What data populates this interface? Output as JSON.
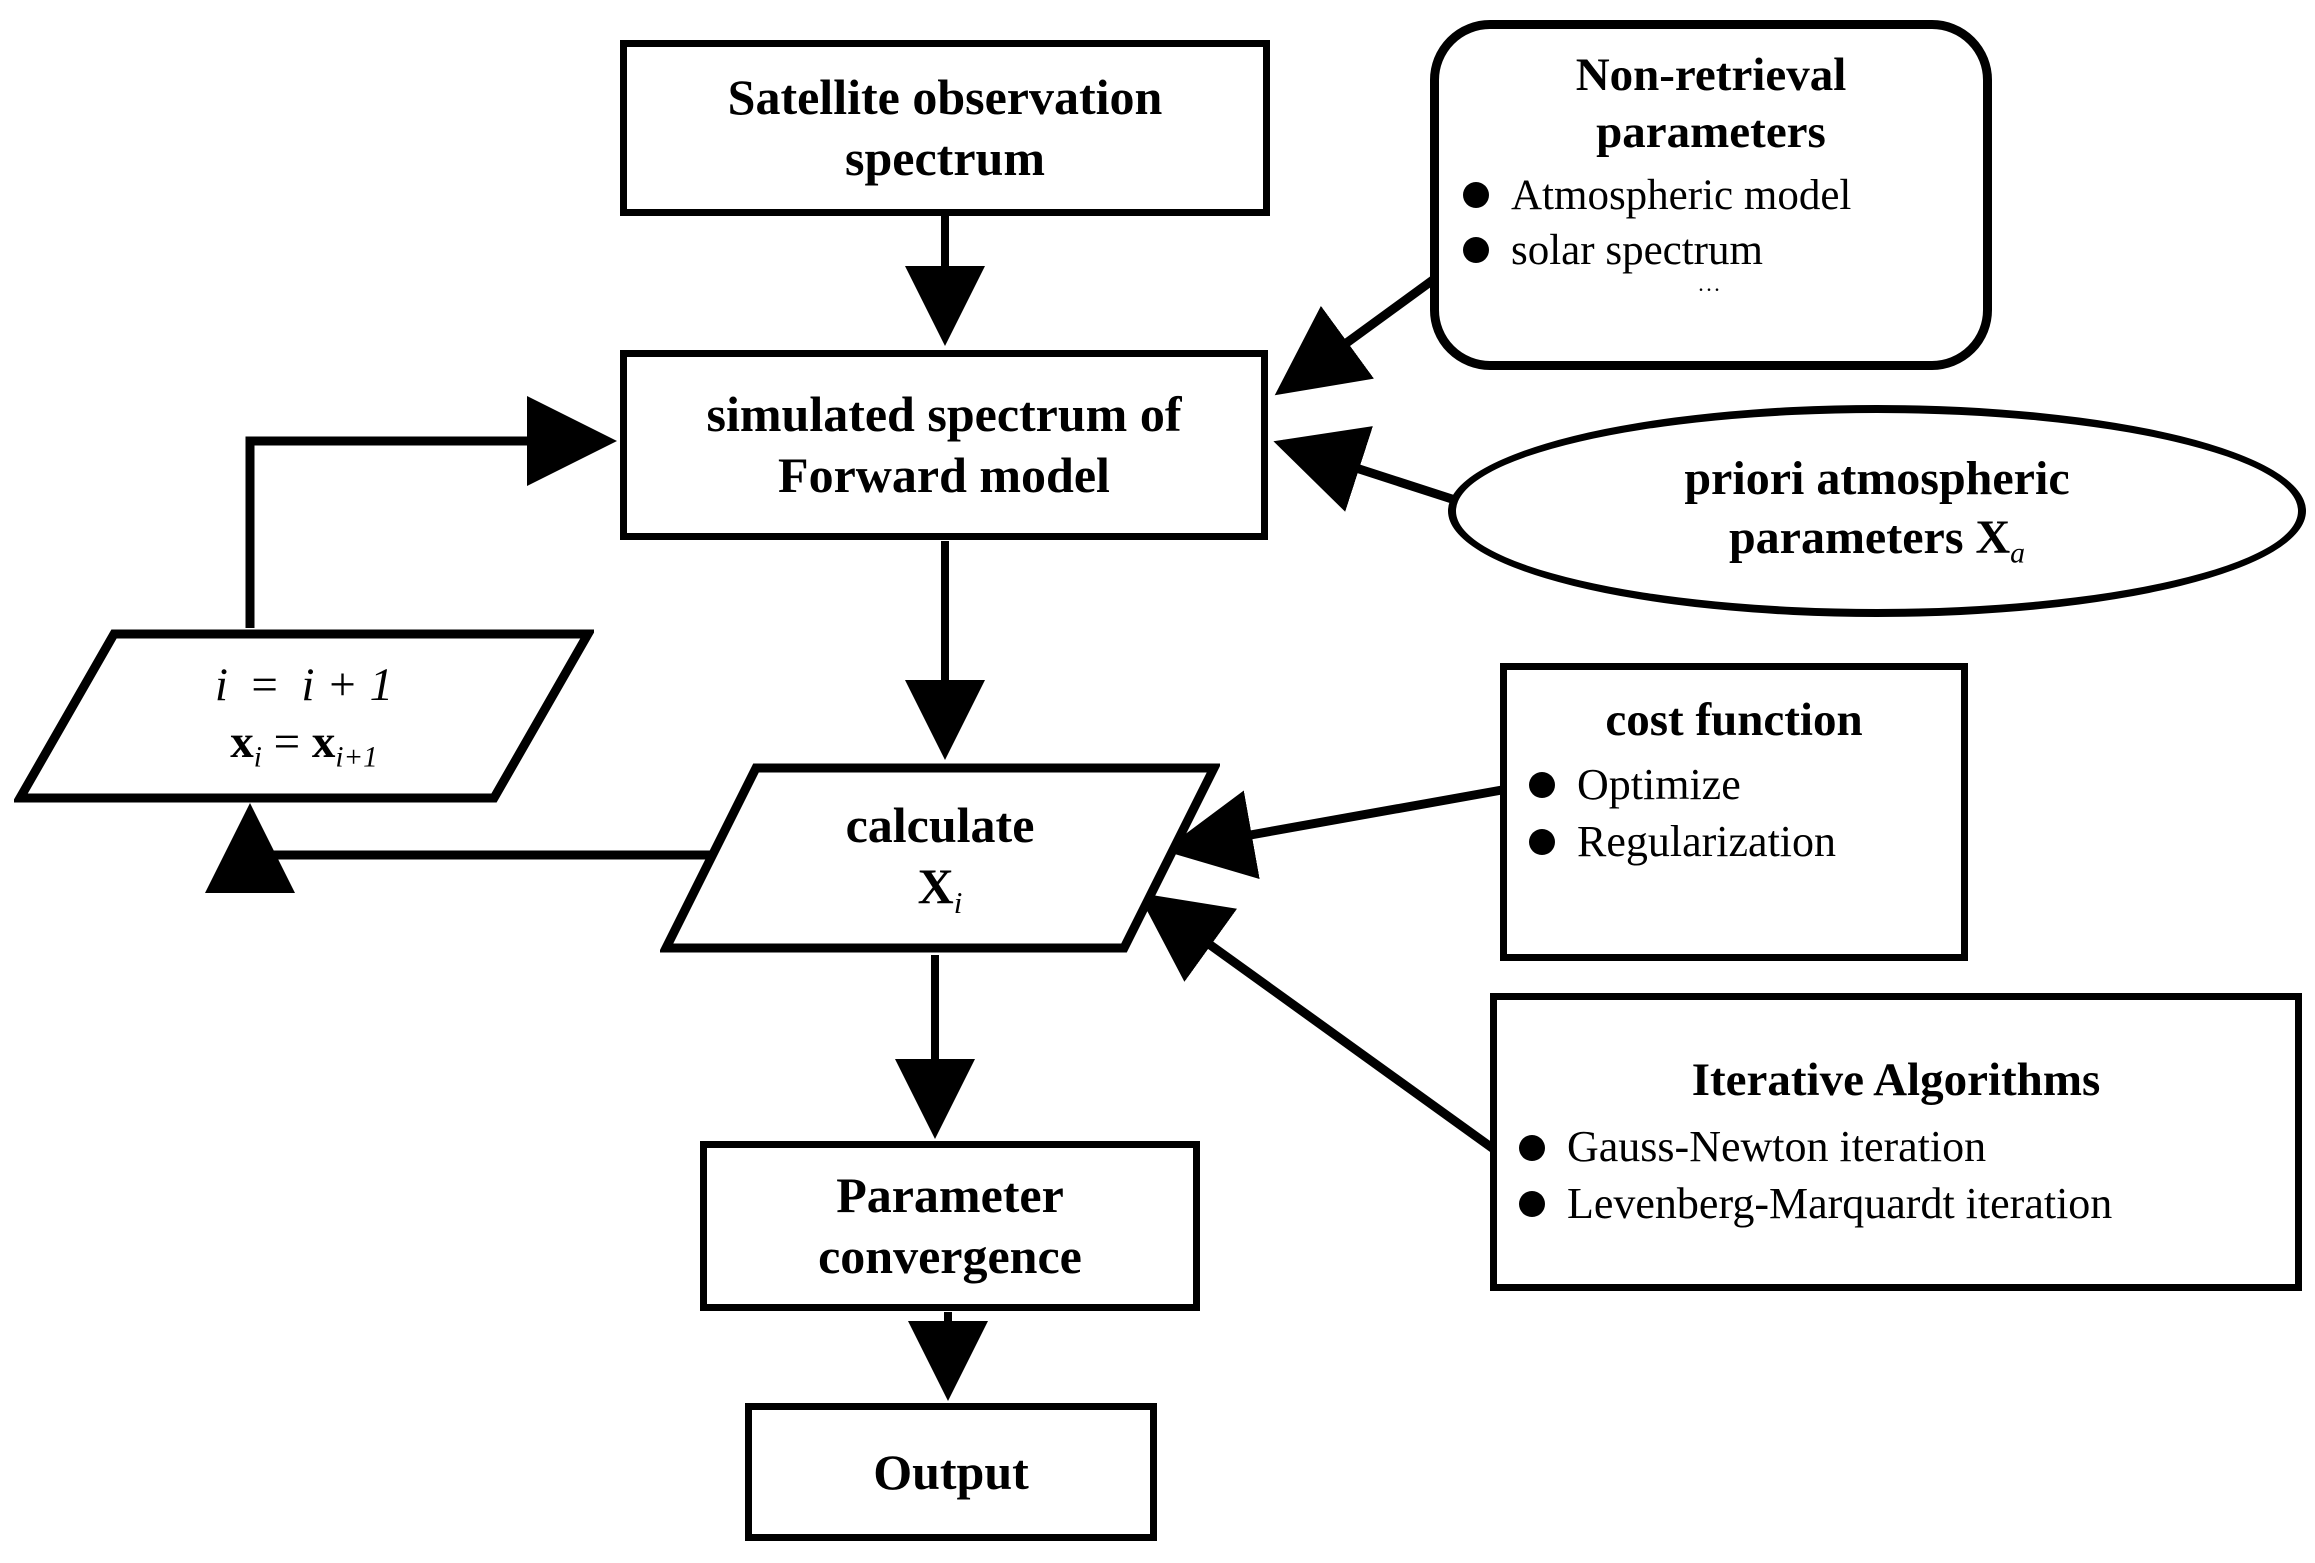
{
  "diagram": {
    "title": "Satellite spectral retrieval iterative flowchart",
    "stroke_color": "#000000",
    "background_color": "#ffffff"
  },
  "nodes": {
    "satellite": {
      "label": "Satellite observation\nspectrum",
      "line1": "Satellite observation",
      "line2": "spectrum",
      "shape": "rectangle"
    },
    "non_retrieval": {
      "title_line1": "Non-retrieval",
      "title_line2": "parameters",
      "bullets": [
        "Atmospheric model",
        "solar spectrum"
      ],
      "ellipsis": "...",
      "shape": "rounded-rectangle"
    },
    "forward_model": {
      "line1": "simulated spectrum of",
      "line2": "Forward model",
      "shape": "rectangle"
    },
    "priori": {
      "line1": "priori atmospheric",
      "line2_text": "parameters",
      "line2_symbol": "X",
      "line2_subscript": "a",
      "shape": "ellipse"
    },
    "increment": {
      "line1_lhs": "i",
      "line1_op": "=",
      "line1_rhs": "i + 1",
      "line1_full": "i = i + 1",
      "line2_lhs_symbol": "x",
      "line2_lhs_sub": "i",
      "line2_op": "=",
      "line2_rhs_symbol": "x",
      "line2_rhs_sub": "i+1",
      "line2_full": "x_i = x_i+1",
      "shape": "parallelogram"
    },
    "calculate": {
      "line1": "calculate",
      "symbol": "X",
      "subscript": "i",
      "shape": "parallelogram"
    },
    "cost_function": {
      "title": "cost function",
      "bullets": [
        "Optimize",
        "Regularization"
      ],
      "shape": "rectangle"
    },
    "iterative_algorithms": {
      "title": "Iterative Algorithms",
      "bullets": [
        "Gauss-Newton iteration",
        "Levenberg-Marquardt iteration"
      ],
      "shape": "rectangle"
    },
    "parameter_convergence": {
      "line1": "Parameter",
      "line2": "convergence",
      "shape": "rectangle"
    },
    "output": {
      "label": "Output",
      "shape": "rectangle"
    }
  },
  "edges": [
    {
      "from": "satellite",
      "to": "forward_model",
      "style": "straight-arrow",
      "direction": "down"
    },
    {
      "from": "non_retrieval",
      "to": "forward_model",
      "style": "diagonal-arrow",
      "direction": "left-down"
    },
    {
      "from": "priori",
      "to": "forward_model",
      "style": "diagonal-arrow",
      "direction": "left-up"
    },
    {
      "from": "forward_model",
      "to": "calculate",
      "style": "straight-arrow",
      "direction": "down"
    },
    {
      "from": "cost_function",
      "to": "calculate",
      "style": "diagonal-arrow",
      "direction": "left-down"
    },
    {
      "from": "iterative_algorithms",
      "to": "calculate",
      "style": "diagonal-arrow",
      "direction": "left-up"
    },
    {
      "from": "calculate",
      "to": "increment",
      "style": "elbow-arrow",
      "direction": "left-up"
    },
    {
      "from": "increment",
      "to": "forward_model",
      "style": "elbow-arrow",
      "direction": "up-right"
    },
    {
      "from": "calculate",
      "to": "parameter_convergence",
      "style": "straight-arrow",
      "direction": "down"
    },
    {
      "from": "parameter_convergence",
      "to": "output",
      "style": "straight-arrow",
      "direction": "down"
    }
  ]
}
